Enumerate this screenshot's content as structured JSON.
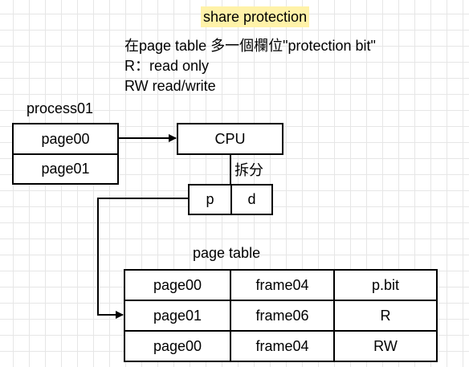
{
  "title": "share protection",
  "notes": [
    "在page table 多一個欄位\"protection bit\"",
    "R：read only",
    "RW read/write"
  ],
  "process": {
    "label": "process01",
    "pages": [
      "page00",
      "page01"
    ]
  },
  "cpu": {
    "label": "CPU"
  },
  "split_label": "拆分",
  "address": {
    "p": "p",
    "d": "d"
  },
  "page_table": {
    "label": "page table",
    "rows": [
      {
        "page": "page00",
        "frame": "frame04",
        "bit": "p.bit"
      },
      {
        "page": "page01",
        "frame": "frame06",
        "bit": "R"
      },
      {
        "page": "page00",
        "frame": "frame04",
        "bit": "RW"
      }
    ]
  }
}
